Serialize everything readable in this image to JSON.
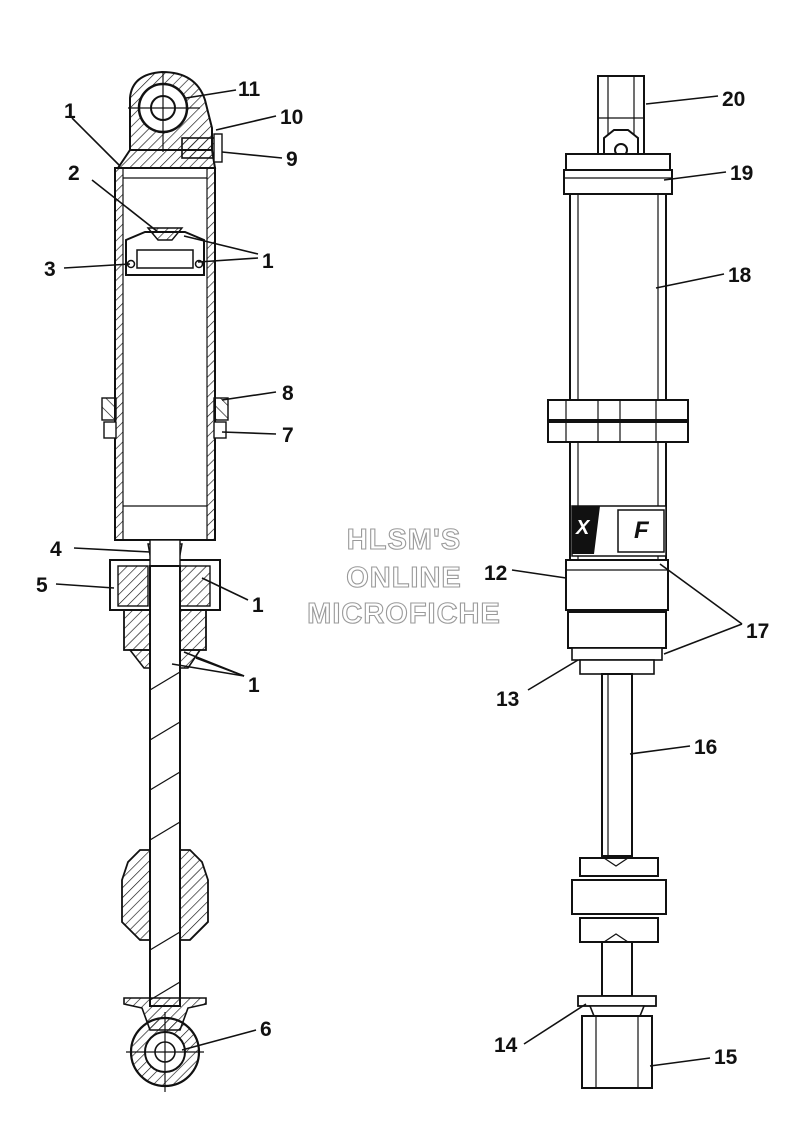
{
  "watermark": {
    "line1": "HLSM'S",
    "line2": "ONLINE",
    "line3": "MICROFICHE"
  },
  "logo": {
    "text_a": "X",
    "text_b": "F"
  },
  "callouts": {
    "c1a": "1",
    "c1b": "1",
    "c1c": "1",
    "c1d": "1",
    "c2": "2",
    "c3": "3",
    "c4": "4",
    "c5": "5",
    "c6": "6",
    "c7": "7",
    "c8": "8",
    "c9": "9",
    "c10": "10",
    "c11": "11",
    "c12": "12",
    "c13": "13",
    "c14": "14",
    "c15": "15",
    "c16": "16",
    "c17": "17",
    "c18": "18",
    "c19": "19",
    "c20": "20"
  }
}
